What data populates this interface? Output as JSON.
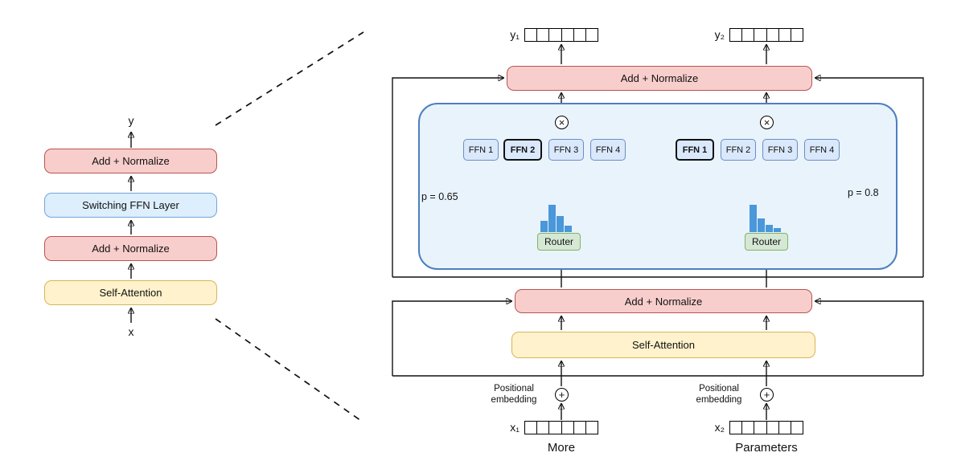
{
  "left_stack": {
    "output_label": "y",
    "input_label": "x",
    "add_norm_top_label": "Add + Normalize",
    "switching_ffn_label": "Switching FFN Layer",
    "add_norm_bottom_label": "Add + Normalize",
    "self_attention_label": "Self-Attention"
  },
  "detail": {
    "output_token_labels": {
      "left": "y₁",
      "right": "y₂"
    },
    "input_token_labels": {
      "left": "x₁",
      "right": "x₂"
    },
    "token_cells": 6,
    "add_normalize_top_label": "Add + Normalize",
    "add_normalize_mid_label": "Add + Normalize",
    "self_attention_label": "Self-Attention",
    "multiply_symbol": "×",
    "plus_symbol": "+",
    "positional_embedding": {
      "line1": "Positional",
      "line2": "embedding"
    },
    "left_expert_group": {
      "ffn_labels": [
        "FFN 1",
        "FFN 2",
        "FFN 3",
        "FFN 4"
      ],
      "selected": "FFN 2",
      "router_label": "Router",
      "gate_probability": "p = 0.65",
      "histogram_bars": [
        14,
        34,
        20,
        8
      ]
    },
    "right_expert_group": {
      "ffn_labels": [
        "FFN 1",
        "FFN 2",
        "FFN 3",
        "FFN 4"
      ],
      "selected": "FFN 1",
      "router_label": "Router",
      "gate_probability": "p = 0.8",
      "histogram_bars": [
        34,
        17,
        9,
        5
      ]
    },
    "caption_left": "More",
    "caption_right": "Parameters"
  },
  "colors": {
    "add_normalize_fill": "#f8cecc",
    "add_normalize_stroke": "#b85450",
    "self_attention_fill": "#fff2cc",
    "self_attention_stroke": "#d6b656",
    "switching_ffn_fill": "#ddeefc",
    "ffn_box_fill": "#dae8fc",
    "ffn_box_stroke": "#6c8ebf",
    "router_fill": "#d5e8d4",
    "router_stroke": "#82b366",
    "expert_container_fill": "#e9f3fc",
    "expert_container_stroke": "#4d7fc0",
    "histogram_bar": "#4a97d9"
  }
}
